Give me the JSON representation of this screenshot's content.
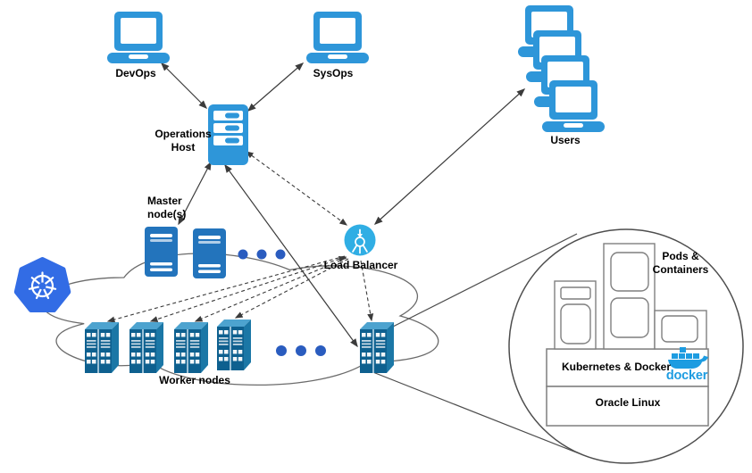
{
  "nodes": {
    "devops": {
      "label": "DevOps",
      "icon": "laptop-icon"
    },
    "sysops": {
      "label": "SysOps",
      "icon": "laptop-icon"
    },
    "users": {
      "label": "Users",
      "icon": "laptop-stack-icon",
      "count": 4
    },
    "operations_host": {
      "label": "Operations\nHost",
      "icon": "server-icon"
    },
    "master_nodes": {
      "label": "Master\nnode(s)",
      "icon": "tower-server-icon",
      "count": 2
    },
    "load_balancer": {
      "label": "Load Balancer",
      "icon": "load-balancer-icon"
    },
    "worker_nodes": {
      "label": "Worker nodes",
      "icon": "rack-server-icon",
      "count": 5
    },
    "kubernetes": {
      "icon": "kubernetes-logo"
    },
    "cluster_cloud": {
      "icon": "cloud-outline"
    }
  },
  "callout": {
    "pods_label": "Pods &\nContainers",
    "kubernetes_docker_label": "Kubernetes & Docker",
    "oracle_linux_label": "Oracle Linux",
    "docker_wordmark": "docker",
    "pod_count": 3
  },
  "edges": [
    {
      "from": "devops",
      "to": "operations-host",
      "style": "solid-double-arrow"
    },
    {
      "from": "sysops",
      "to": "operations-host",
      "style": "solid-double-arrow"
    },
    {
      "from": "users",
      "to": "load-balancer",
      "style": "solid-double-arrow"
    },
    {
      "from": "operations-host",
      "to": "master-nodes",
      "style": "solid-double-arrow"
    },
    {
      "from": "operations-host",
      "to": "worker-node-5",
      "style": "solid-double-arrow"
    },
    {
      "from": "operations-host",
      "to": "load-balancer",
      "style": "dashed-double-arrow"
    },
    {
      "from": "load-balancer",
      "to": "worker-node-1",
      "style": "dashed-arrow"
    },
    {
      "from": "load-balancer",
      "to": "worker-node-2",
      "style": "dashed-arrow"
    },
    {
      "from": "load-balancer",
      "to": "worker-node-3",
      "style": "dashed-arrow"
    },
    {
      "from": "load-balancer",
      "to": "worker-node-4",
      "style": "dashed-arrow"
    },
    {
      "from": "load-balancer",
      "to": "worker-node-5",
      "style": "dashed-arrow"
    },
    {
      "from": "worker-node-5",
      "to": "detail-callout",
      "style": "magnify-lines"
    }
  ],
  "colors": {
    "laptop_blue": "#2E96D9",
    "tower_blue": "#2374BC",
    "rack_blue": "#0E608F",
    "rack_top": "#4DA3CF",
    "rack_side": "#1B77A6",
    "dot_blue": "#2A5CBF",
    "lb_blue": "#30AEE4",
    "k8s_blue": "#326CE5",
    "docker_blue": "#1D9CE1",
    "line": "#3b3b3b",
    "cloud_stroke": "#6b6b6b",
    "circle_stroke": "#4d4d4d",
    "box_border": "#7f7f7f"
  }
}
